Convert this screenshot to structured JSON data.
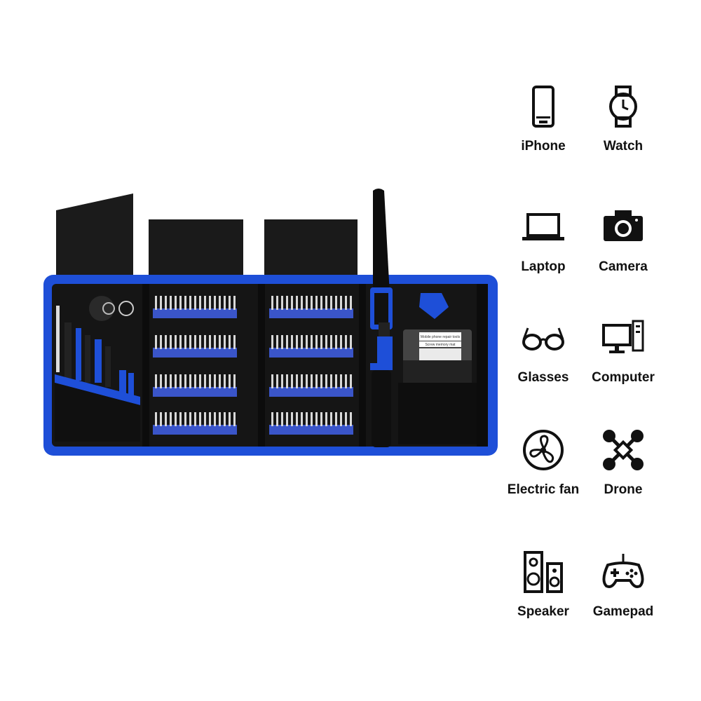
{
  "kit": {
    "mat_title": "Mobile phone repair tools",
    "mat_subtitle": "Screw memory mat"
  },
  "devices": [
    {
      "label": "iPhone",
      "icon": "phone-icon"
    },
    {
      "label": "Watch",
      "icon": "watch-icon"
    },
    {
      "label": "Laptop",
      "icon": "laptop-icon"
    },
    {
      "label": "Camera",
      "icon": "camera-icon"
    },
    {
      "label": "Glasses",
      "icon": "glasses-icon"
    },
    {
      "label": "Computer",
      "icon": "computer-icon"
    },
    {
      "label": "Electric fan",
      "icon": "fan-icon"
    },
    {
      "label": "Drone",
      "icon": "drone-icon"
    },
    {
      "label": "Speaker",
      "icon": "speaker-icon"
    },
    {
      "label": "Gamepad",
      "icon": "gamepad-icon"
    }
  ],
  "colors": {
    "case_blue": "#1e4fd8",
    "case_black": "#111111",
    "bit_holder_blue": "#3a55c9",
    "icon_black": "#111111"
  }
}
